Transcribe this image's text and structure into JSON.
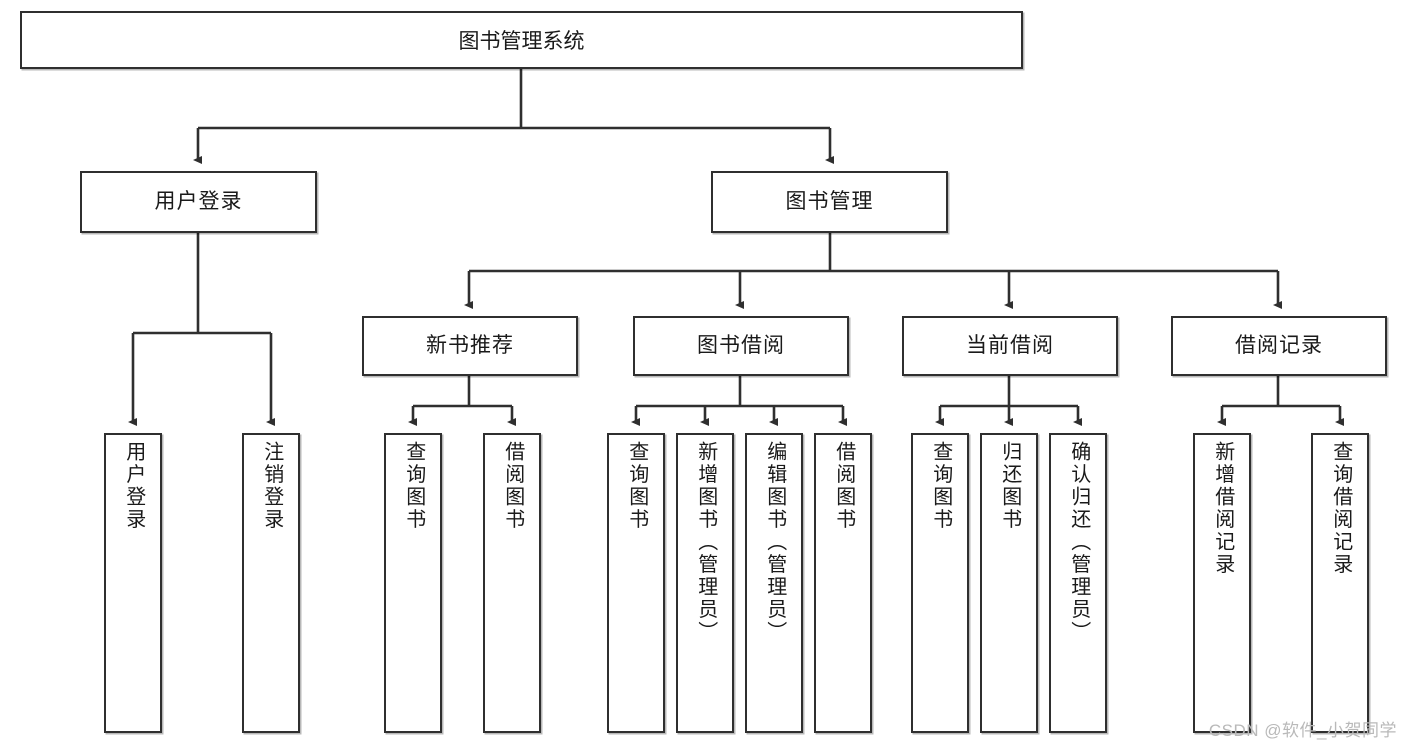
{
  "diagram": {
    "title": "图书管理系统",
    "watermark": "CSDN @软件_小贺同学",
    "root": {
      "label": "图书管理系统"
    },
    "level2": [
      {
        "label": "用户登录"
      },
      {
        "label": "图书管理"
      }
    ],
    "level3": [
      {
        "label": "新书推荐"
      },
      {
        "label": "图书借阅"
      },
      {
        "label": "当前借阅"
      },
      {
        "label": "借阅记录"
      }
    ],
    "leaves": {
      "user_login": [
        {
          "label": "用户登录"
        },
        {
          "label": "注销登录"
        }
      ],
      "new_book": [
        {
          "label": "查询图书"
        },
        {
          "label": "借阅图书"
        }
      ],
      "book_borrow": [
        {
          "label": "查询图书"
        },
        {
          "label": "新增图书（管理员）"
        },
        {
          "label": "编辑图书（管理员）"
        },
        {
          "label": "借阅图书"
        }
      ],
      "current_borrow": [
        {
          "label": "查询图书"
        },
        {
          "label": "归还图书"
        },
        {
          "label": "确认归还（管理员）"
        }
      ],
      "borrow_record": [
        {
          "label": "新增借阅记录"
        },
        {
          "label": "查询借阅记录"
        }
      ]
    },
    "colors": {
      "border": "#2f2f2f",
      "text": "#1a1a1a",
      "background": "#ffffff",
      "watermark": "#b9b9b9"
    }
  }
}
